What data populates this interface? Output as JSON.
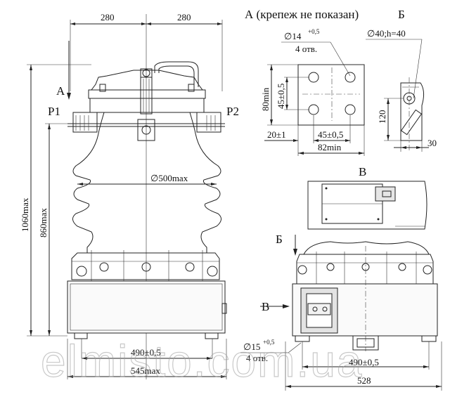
{
  "watermark": "elmisto.com.ua",
  "view_labels": {
    "a_title": "А (крепеж не показан)",
    "b_title": "Б",
    "v_title": "В",
    "a_marker": "А",
    "b_marker": "Б",
    "v_marker": "В",
    "p1": "P1",
    "p2": "P2"
  },
  "dimensions": {
    "half_left": "280",
    "half_right": "280",
    "total_height": "1060max",
    "part_height": "860max",
    "diameter": "∅500max",
    "base_width": "490±0,5",
    "overall_width": "545max",
    "side_base_width": "490±0,5",
    "side_total_width": "528",
    "hole_dia_15": "∅15",
    "hole_tol_15": "+0,5",
    "hole_count_15": "4 отв.",
    "hole_dia_14": "∅14",
    "hole_tol_14": "+0,5",
    "hole_count_14": "4 отв.",
    "a_80min": "80min",
    "a_45_vert": "45±0,5",
    "a_20": "20±1",
    "a_45_horiz": "45±0,5",
    "a_82min": "82min",
    "b_spec": "∅40;h=40",
    "b_120": "120",
    "b_30": "30"
  }
}
